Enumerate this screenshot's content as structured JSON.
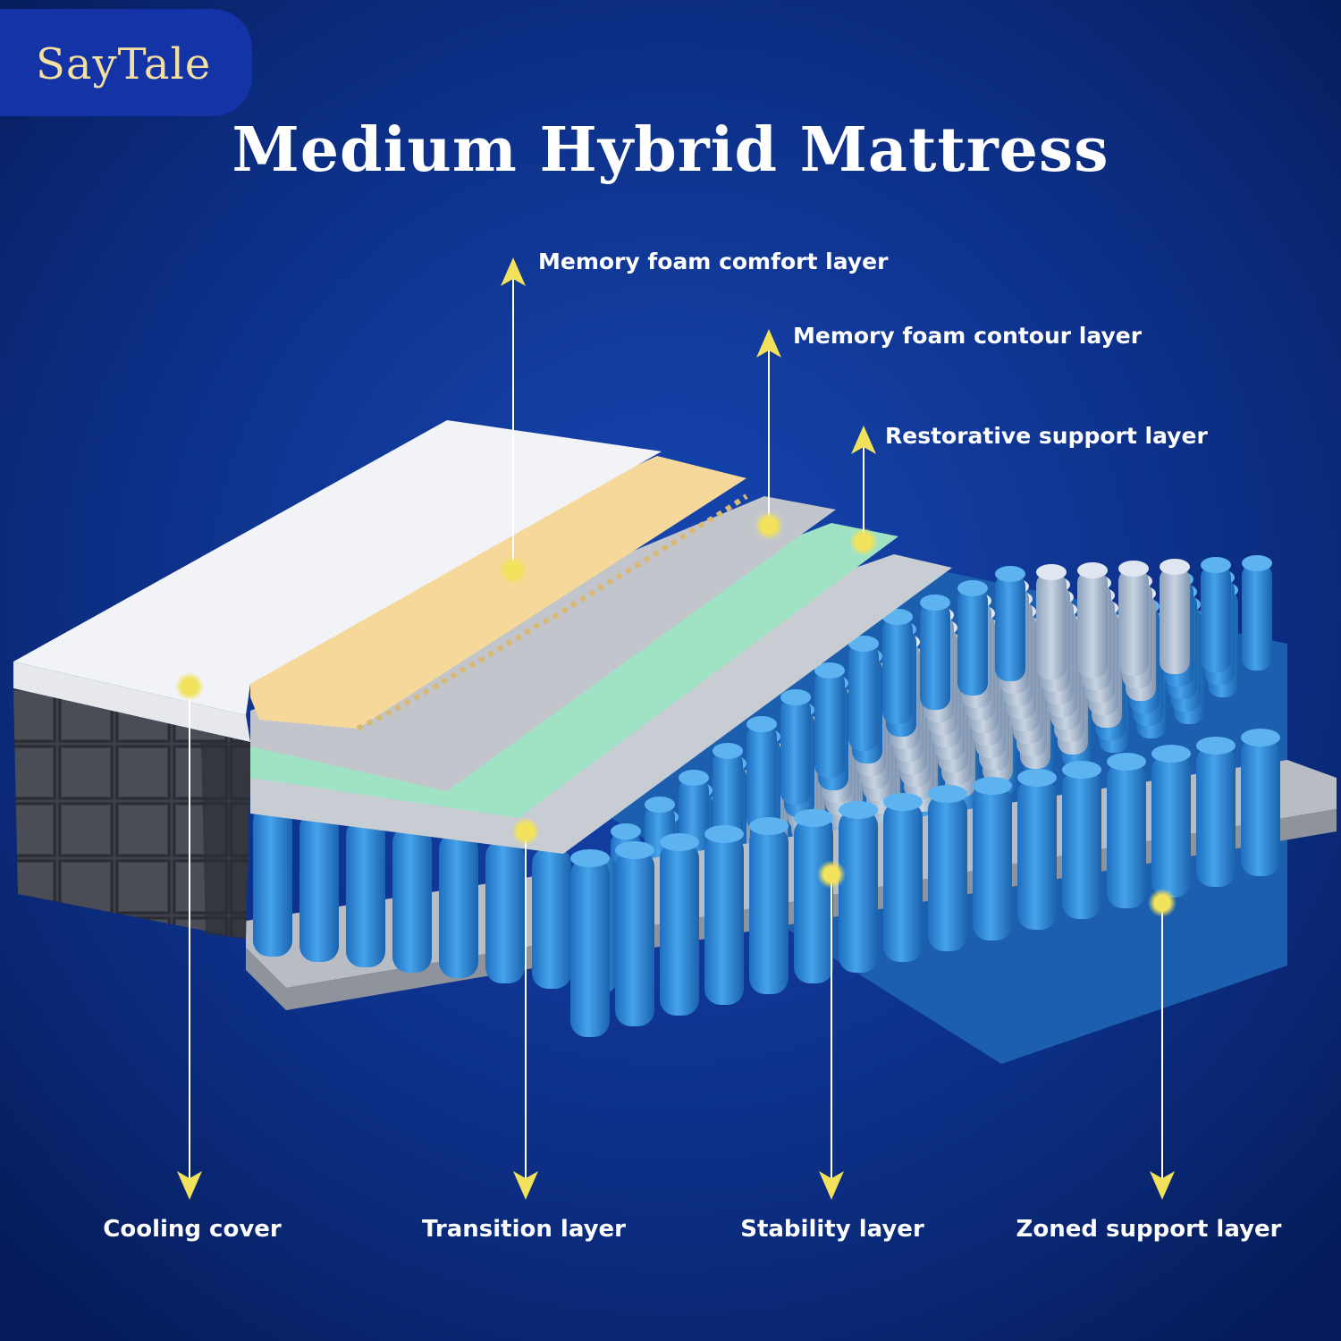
{
  "brand": {
    "name": "SayTale"
  },
  "title": "Medium Hybrid Mattress",
  "colors": {
    "background": "#0a2a7a",
    "brand_badge": "#1433a6",
    "brand_text": "#f3dfa0",
    "callout": "#f2e15a",
    "coils": "#2f86d6",
    "comfort_foam": "#f5d89a",
    "support_green": "#9fe3c4"
  },
  "callouts_top": [
    {
      "label": "Memory foam comfort layer",
      "icon": "arrow-up-icon"
    },
    {
      "label": "Memory foam contour layer",
      "icon": "arrow-up-icon"
    },
    {
      "label": "Restorative support layer",
      "icon": "arrow-up-icon"
    }
  ],
  "callouts_bottom": [
    {
      "label": "Cooling cover",
      "icon": "arrow-down-icon"
    },
    {
      "label": "Transition layer",
      "icon": "arrow-down-icon"
    },
    {
      "label": "Stability layer",
      "icon": "arrow-down-icon"
    },
    {
      "label": "Zoned support layer",
      "icon": "arrow-down-icon"
    }
  ]
}
